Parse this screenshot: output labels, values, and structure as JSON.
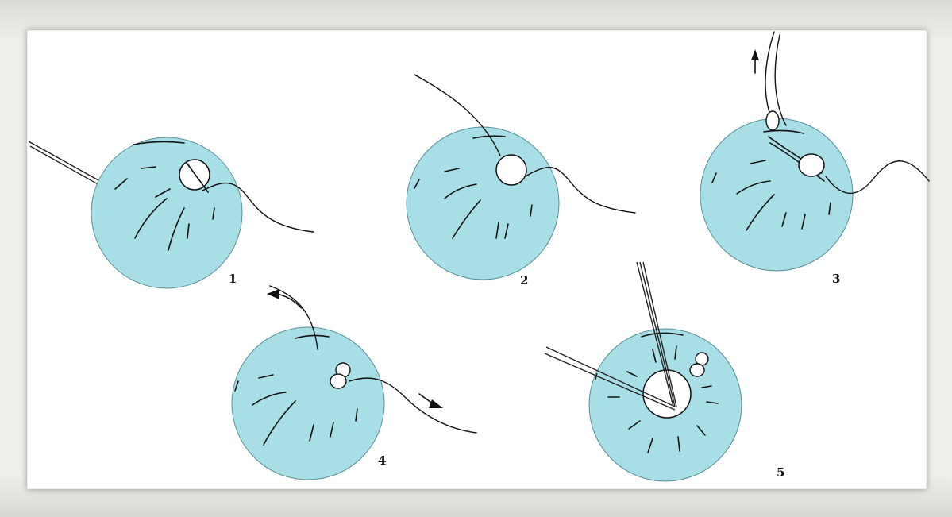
{
  "figures": [
    {
      "label": "1"
    },
    {
      "label": "2"
    },
    {
      "label": "3"
    },
    {
      "label": "4"
    },
    {
      "label": "5"
    }
  ],
  "colors": {
    "eye_fill": "#a8dfe6",
    "frame": "#e8e8e4",
    "panel": "#ffffff",
    "ink": "#111111"
  }
}
